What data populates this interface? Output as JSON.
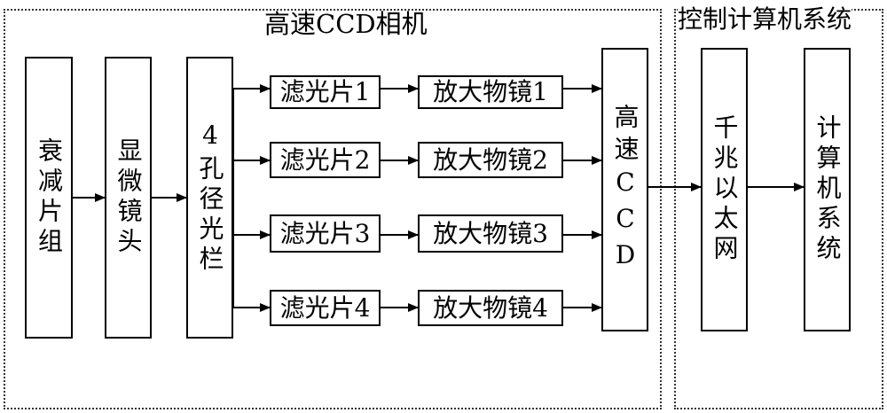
{
  "groups": {
    "camera_title": "高速CCD相机",
    "control_title": "控制计算机系统"
  },
  "blocks": {
    "attenuator": "衰减片组",
    "microscope_lens": "显微镜头",
    "aperture": "4孔径光栏",
    "filters": [
      "滤光片1",
      "滤光片2",
      "滤光片3",
      "滤光片4"
    ],
    "objectives": [
      "放大物镜1",
      "放大物镜2",
      "放大物镜3",
      "放大物镜4"
    ],
    "ccd": "高速CCD",
    "ethernet": "千兆以太网",
    "computer": "计算机系统"
  }
}
